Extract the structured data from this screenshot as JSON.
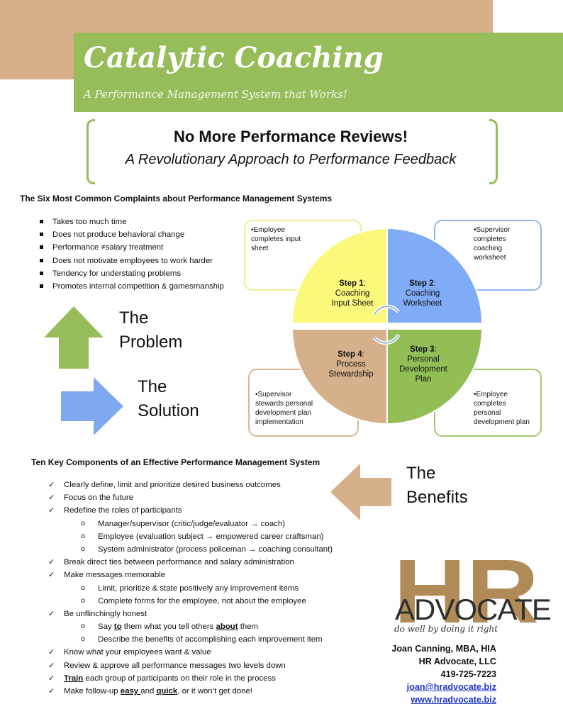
{
  "header": {
    "title": "Catalytic Coaching",
    "subtitle": "A Performance Management System that Works!"
  },
  "headline": {
    "main": "No More Performance Reviews!",
    "sub": "A Revolutionary Approach to Performance Feedback"
  },
  "complaints": {
    "heading": "The Six Most Common Complaints about Performance Management Systems",
    "items": [
      "Takes too much time",
      "Does not produce behavioral change",
      "Performance ≠salary treatment",
      "Does not motivate employees to work harder",
      "Tendency for understating problems",
      "Promotes internal competition & gamesmanship"
    ]
  },
  "arrows": {
    "problem": "The\nProblem",
    "solution": "The\nSolution",
    "benefits": "The\nBenefits"
  },
  "cycle": {
    "colors": {
      "step1": "#fbf97b",
      "step2": "#7fabf7",
      "step3": "#93be56",
      "step4": "#d6b08b"
    },
    "steps": [
      {
        "step": "Step 1",
        "sep": ":",
        "text": "Coaching\nInput Sheet",
        "note": "•Employee\n   completes input\n   sheet"
      },
      {
        "step": "Step 2",
        "sep": ":",
        "text": "Coaching\nWorksheet",
        "note": "•Supervisor\n   completes\n   coaching\n   worksheet"
      },
      {
        "step": "Step 3",
        "sep": ":",
        "text": "Personal\nDevelopment\nPlan",
        "note": "•Employee\n   completes\n   personal\n   development plan"
      },
      {
        "step": "Step 4",
        "sep": ":",
        "text": "Process\nStewardship",
        "note": "•Supervisor\n   stewards personal\n   development plan\n   implementation"
      }
    ]
  },
  "components": {
    "heading": "Ten Key Components of an Effective Performance Management System",
    "items": [
      {
        "level": 1,
        "parts": [
          "Clearly define, limit and prioritize desired business outcomes"
        ]
      },
      {
        "level": 1,
        "parts": [
          "Focus on the future"
        ]
      },
      {
        "level": 1,
        "parts": [
          "Redefine the roles of participants"
        ]
      },
      {
        "level": 2,
        "parts": [
          "Manager/supervisor (critic/judge/evaluator → coach)"
        ]
      },
      {
        "level": 2,
        "parts": [
          "Employee (evaluation subject → empowered career craftsman)"
        ]
      },
      {
        "level": 2,
        "parts": [
          "System administrator (process policeman → coaching consultant)"
        ]
      },
      {
        "level": 1,
        "parts": [
          "Break direct ties between performance and salary administration"
        ]
      },
      {
        "level": 1,
        "parts": [
          "Make messages memorable"
        ]
      },
      {
        "level": 2,
        "parts": [
          "Limit, prioritize & state positively any improvement items"
        ]
      },
      {
        "level": 2,
        "parts": [
          "Complete forms for the employee, not about the employee"
        ]
      },
      {
        "level": 1,
        "parts": [
          "Be unflinchingly honest"
        ]
      },
      {
        "level": 2,
        "parts": [
          "Say ",
          "to",
          " them what you tell others ",
          "about",
          " them"
        ]
      },
      {
        "level": 2,
        "parts": [
          "Describe the benefits of accomplishing each improvement item"
        ]
      },
      {
        "level": 1,
        "parts": [
          "Know what your employees want & value"
        ]
      },
      {
        "level": 1,
        "parts": [
          "Review & approve all performance messages two levels down"
        ]
      },
      {
        "level": 1,
        "parts": [
          "Train",
          " each group of participants on their role in the process"
        ]
      },
      {
        "level": 1,
        "parts": [
          "Make follow-up ",
          "easy ",
          "and ",
          "quick",
          ", or it won’t get done!"
        ]
      }
    ]
  },
  "logo": {
    "letters": "HR",
    "text": "ADVOCATE",
    "tagline": "do well by doing it right"
  },
  "contact": {
    "name": "Joan Canning, MBA, HIA",
    "company": "HR Advocate, LLC",
    "phone": "419-725-7223",
    "email": "joan@hradvocate.biz",
    "website": "www.hradvocate.biz"
  }
}
